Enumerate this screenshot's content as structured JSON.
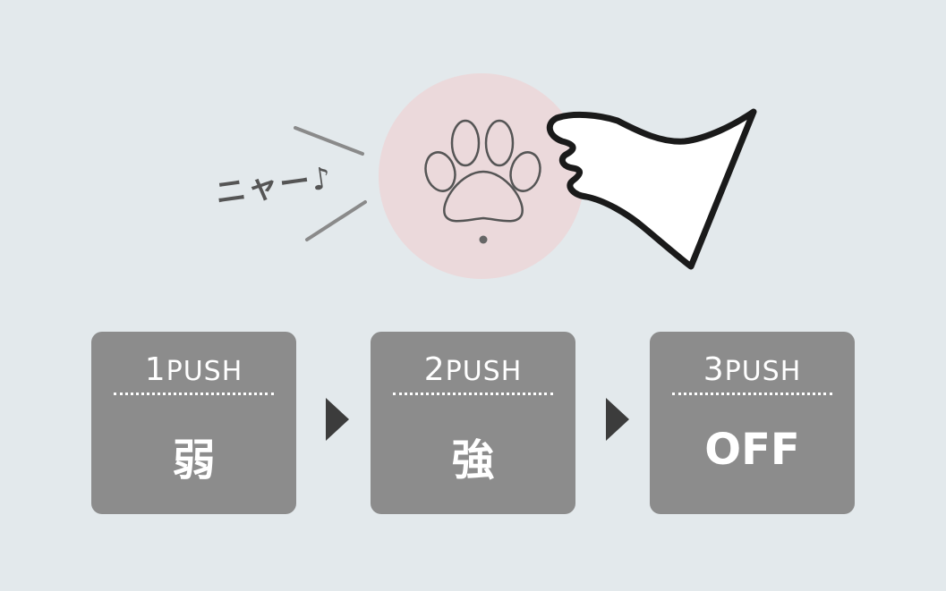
{
  "sound_text": "ニャー♪",
  "steps": [
    {
      "number": "1",
      "unit": "PUSH",
      "level": "弱"
    },
    {
      "number": "2",
      "unit": "PUSH",
      "level": "強"
    },
    {
      "number": "3",
      "unit": "PUSH",
      "level": "OFF"
    }
  ],
  "colors": {
    "background": "#e3e9ec",
    "button_circle": "#ebd9db",
    "card": "#8c8c8c",
    "arrow": "#3c3c3c"
  },
  "icons": [
    "paw-icon",
    "pointing-hand-icon",
    "arrow-right-icon"
  ]
}
